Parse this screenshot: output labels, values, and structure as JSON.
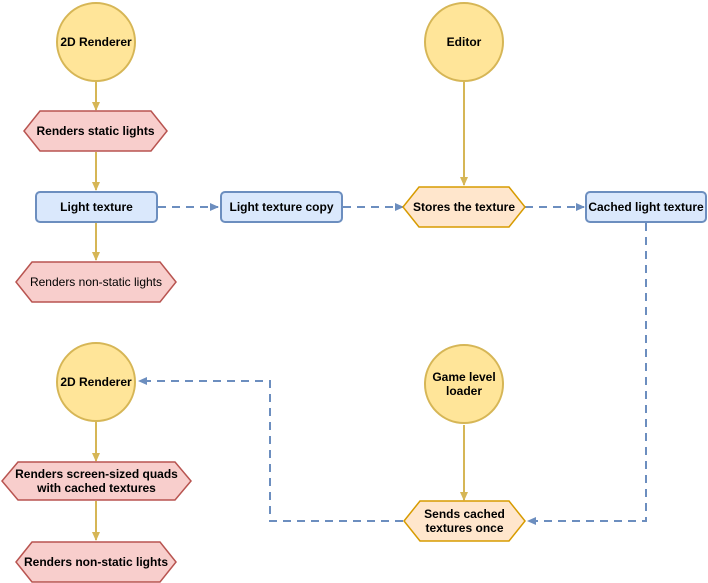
{
  "colors": {
    "circle_fill": "#ffe599",
    "circle_stroke": "#d6b656",
    "hexagon_red_fill": "#f8cecc",
    "hexagon_red_stroke": "#b85450",
    "hexagon_orange_fill": "#ffe6cc",
    "hexagon_orange_stroke": "#d79b00",
    "rect_fill": "#dae8fc",
    "rect_stroke": "#6c8ebf",
    "solid_arrow": "#d6b656",
    "dashed_arrow": "#6c8ebf"
  },
  "nodes": {
    "renderer_top": "2D Renderer",
    "renders_static_lights": "Renders static lights",
    "light_texture": "Light texture",
    "renders_non_static_top": "Renders non-static lights",
    "light_texture_copy": "Light texture copy",
    "editor": "Editor",
    "stores_texture": "Stores the texture",
    "cached_light_texture": "Cached light texture",
    "game_level_loader": "Game level\nloader",
    "sends_cached": "Sends cached\ntextures once",
    "renderer_bottom": "2D Renderer",
    "renders_screen_quads": "Renders screen-sized quads\nwith cached textures",
    "renders_non_static_bottom": "Renders non-static lights"
  }
}
